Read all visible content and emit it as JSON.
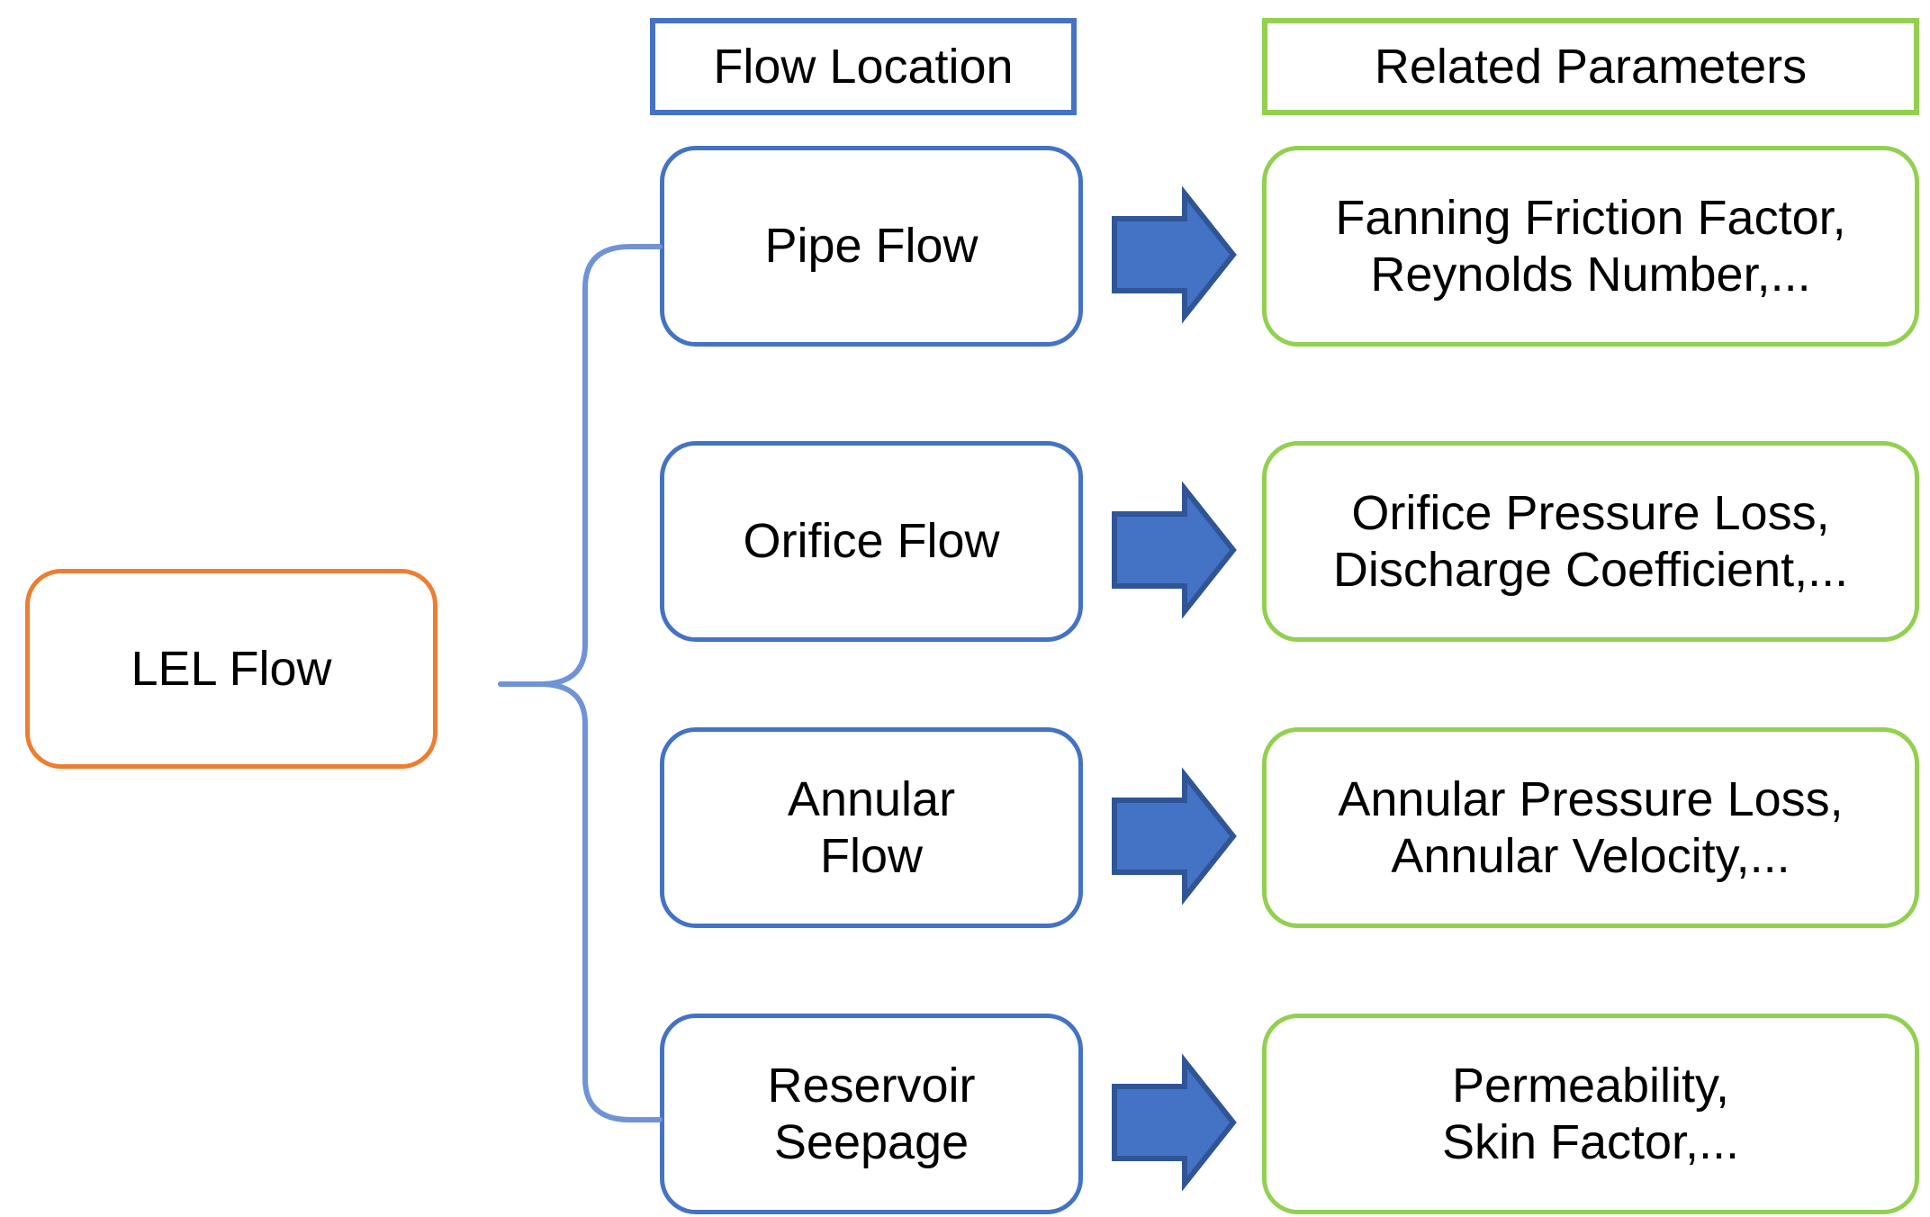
{
  "diagram": {
    "title_not_shown": "",
    "colors": {
      "blue_border": "#4472C4",
      "green_border": "#92D050",
      "orange_border": "#ED7D31",
      "arrow_fill": "#4472C4",
      "arrow_stroke": "#2F5597",
      "connector_line": "#6F93D6",
      "text": "#000000",
      "background": "#FFFFFF"
    },
    "headers": {
      "flow_location": "Flow Location",
      "related_parameters": "Related Parameters"
    },
    "root": {
      "label": "LEL Flow"
    },
    "rows": [
      {
        "flow_location": "Pipe Flow",
        "related_parameters": "Fanning Friction Factor,\nReynolds Number,...",
        "arrow": "right-arrow-icon"
      },
      {
        "flow_location": "Orifice Flow",
        "related_parameters": "Orifice Pressure Loss,\nDischarge Coefficient,...",
        "arrow": "right-arrow-icon"
      },
      {
        "flow_location": "Annular\nFlow",
        "related_parameters": "Annular Pressure Loss,\nAnnular Velocity,...",
        "arrow": "right-arrow-icon"
      },
      {
        "flow_location": "Reservoir\nSeepage",
        "related_parameters": "Permeability,\nSkin Factor,...",
        "arrow": "right-arrow-icon"
      }
    ]
  }
}
